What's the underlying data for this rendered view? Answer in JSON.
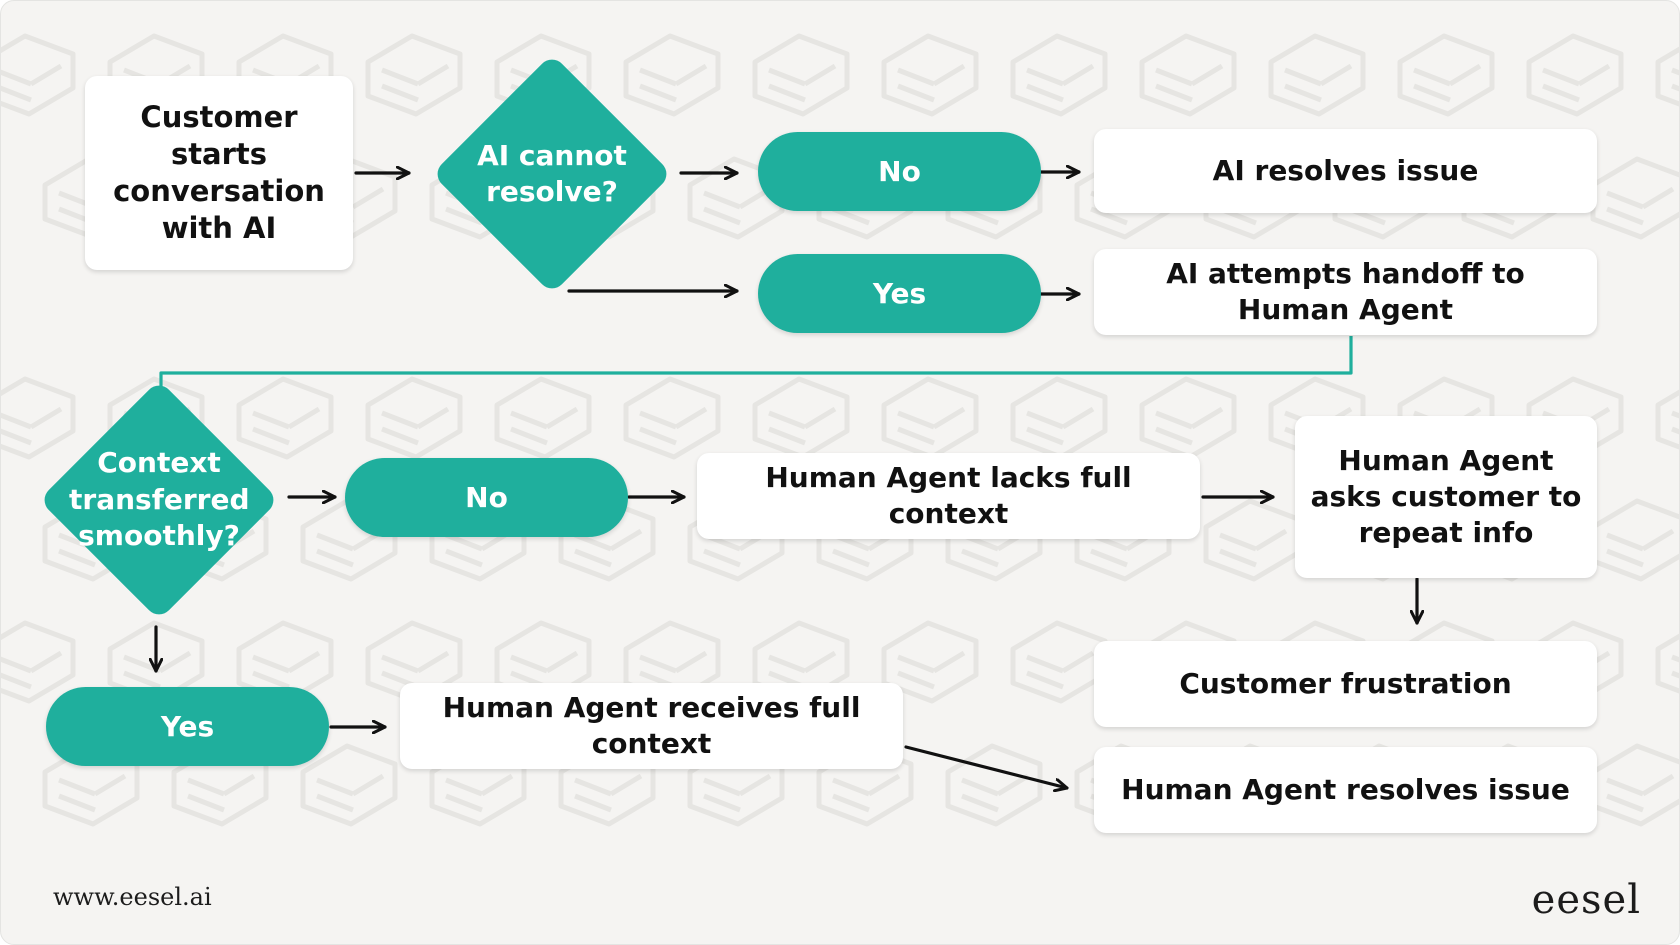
{
  "colors": {
    "teal": "#1faf9d",
    "box_bg": "#ffffff",
    "canvas_bg": "#f5f4f2",
    "text_dark": "#111111",
    "text_light": "#ffffff"
  },
  "nodes": {
    "start": "Customer starts conversation with AI",
    "decision_ai": "AI cannot resolve?",
    "no_1": "No",
    "yes_1": "Yes",
    "ai_resolves": "AI resolves issue",
    "ai_handoff": "AI attempts handoff to Human Agent",
    "decision_context": "Context transferred smoothly?",
    "no_2": "No",
    "lacks_context": "Human Agent lacks full context",
    "asks_repeat": "Human Agent asks customer to repeat info",
    "yes_2": "Yes",
    "receives_context": "Human Agent receives full context",
    "frustration": "Customer frustration",
    "agent_resolves": "Human Agent resolves issue"
  },
  "footer": {
    "url": "www.eesel.ai",
    "logo": "eesel"
  }
}
